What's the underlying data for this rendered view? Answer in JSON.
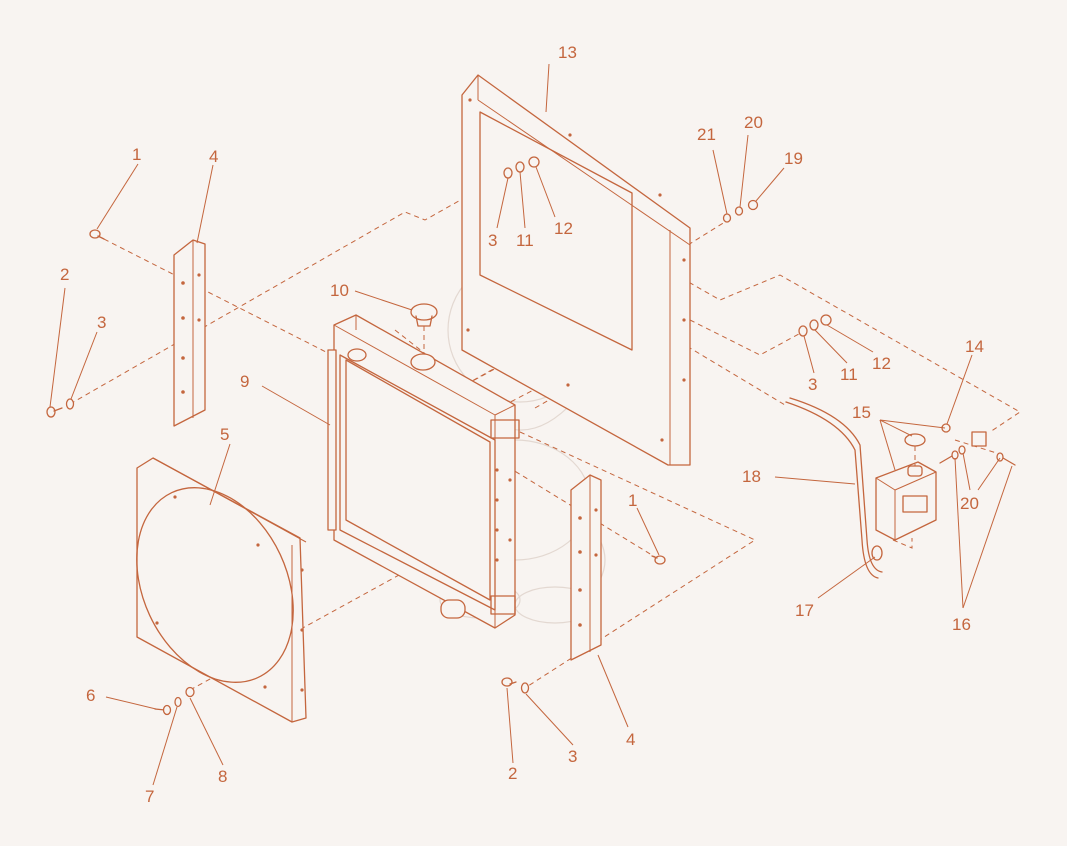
{
  "diagram": {
    "accent_color": "#c4663e",
    "background_color": "#f8f4f1",
    "callouts": [
      {
        "id": "c13",
        "label": "13"
      },
      {
        "id": "c21",
        "label": "21"
      },
      {
        "id": "c20a",
        "label": "20"
      },
      {
        "id": "c19",
        "label": "19"
      },
      {
        "id": "c1a",
        "label": "1"
      },
      {
        "id": "c4a",
        "label": "4"
      },
      {
        "id": "c3a",
        "label": "3"
      },
      {
        "id": "c11a",
        "label": "11"
      },
      {
        "id": "c12a",
        "label": "12"
      },
      {
        "id": "c2a",
        "label": "2"
      },
      {
        "id": "c3b",
        "label": "3"
      },
      {
        "id": "c10",
        "label": "10"
      },
      {
        "id": "c3c",
        "label": "3"
      },
      {
        "id": "c11b",
        "label": "11"
      },
      {
        "id": "c12b",
        "label": "12"
      },
      {
        "id": "c14",
        "label": "14"
      },
      {
        "id": "c9",
        "label": "9"
      },
      {
        "id": "c15",
        "label": "15"
      },
      {
        "id": "c5",
        "label": "5"
      },
      {
        "id": "c18",
        "label": "18"
      },
      {
        "id": "c20b",
        "label": "20"
      },
      {
        "id": "c1b",
        "label": "1"
      },
      {
        "id": "c17",
        "label": "17"
      },
      {
        "id": "c16",
        "label": "16"
      },
      {
        "id": "c6",
        "label": "6"
      },
      {
        "id": "c8",
        "label": "8"
      },
      {
        "id": "c7",
        "label": "7"
      },
      {
        "id": "c2b",
        "label": "2"
      },
      {
        "id": "c3d",
        "label": "3"
      },
      {
        "id": "c4b",
        "label": "4"
      }
    ]
  }
}
